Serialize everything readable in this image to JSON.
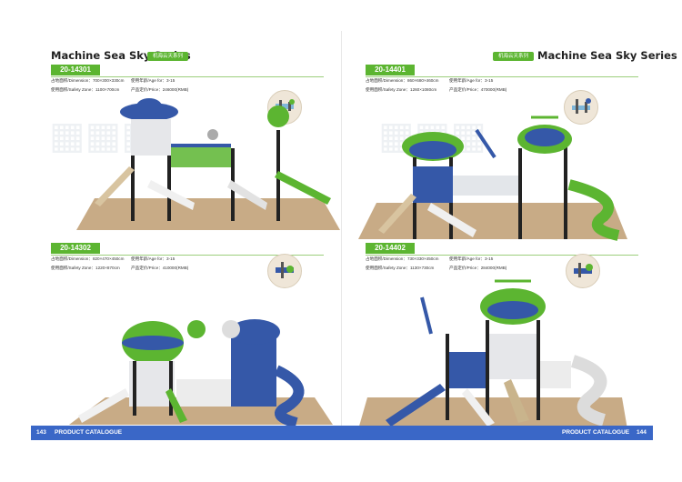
{
  "left_page": {
    "series_title": "Machine Sea Sky Series",
    "series_tag": "机海云天系列",
    "page_number": "143",
    "footer_label": "PRODUCT CATALOGUE",
    "products": [
      {
        "code": "20-14301",
        "dimension": "占地面积/Dimension：700×300×330cm",
        "safety_zone": "使用面积/Safety Zone：1100×700cm",
        "age": "使用年龄/Age for：3-15",
        "price": "产品定价/Price：246000(RMB)"
      },
      {
        "code": "20-14302",
        "dimension": "占地面积/Dimension：820×470×450cm",
        "safety_zone": "使用面积/Safety Zone：1220×870cm",
        "age": "使用年龄/Age for：3-15",
        "price": "产品定价/Price：410000(RMB)"
      }
    ]
  },
  "right_page": {
    "series_title": "Machine Sea Sky Series",
    "series_tag": "机海云天系列",
    "page_number": "144",
    "footer_label": "PRODUCT CATALOGUE",
    "products": [
      {
        "code": "20-14401",
        "dimension": "占地面积/Dimension：860×680×460cm",
        "safety_zone": "使用面积/Safety Zone：1260×1080cm",
        "age": "使用年龄/Age for：3-15",
        "price": "产品定价/Price：470000(RMB)"
      },
      {
        "code": "20-14402",
        "dimension": "占地面积/Dimension：730×330×450cm",
        "safety_zone": "使用面积/Safety Zone：1130×730cm",
        "age": "使用年龄/Age for：3-15",
        "price": "产品定价/Price：284000(RMB)"
      }
    ]
  },
  "colors": {
    "accent_green": "#5cb531",
    "footer_blue": "#3a67c7",
    "play_blue": "#3558a8",
    "floor_tan": "#c8ab86"
  }
}
